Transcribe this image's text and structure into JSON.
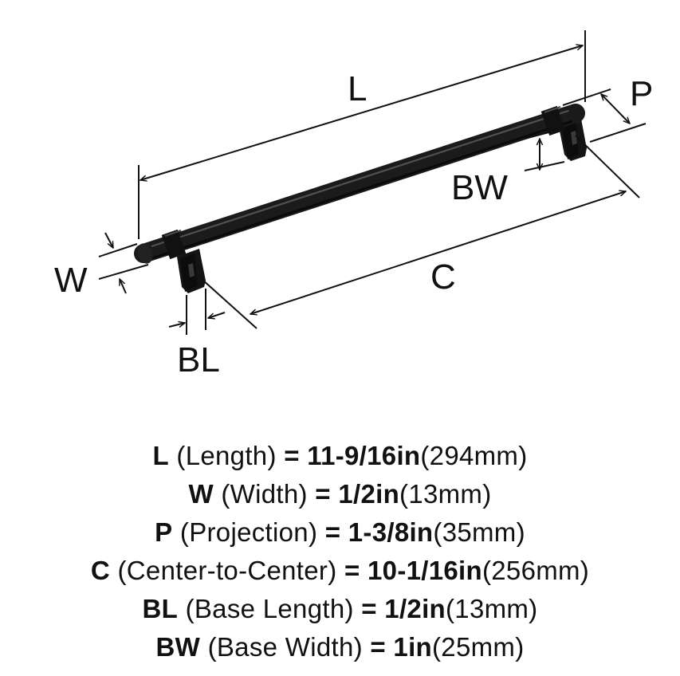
{
  "diagram": {
    "labels": {
      "L": "L",
      "W": "W",
      "P": "P",
      "C": "C",
      "BL": "BL",
      "BW": "BW"
    }
  },
  "specs": [
    {
      "key": "L",
      "desc": "(Length)",
      "eq": "=",
      "value": "11-9/16in",
      "metric": "(294mm)"
    },
    {
      "key": "W",
      "desc": "(Width)",
      "eq": "=",
      "value": "1/2in",
      "metric": "(13mm)"
    },
    {
      "key": "P",
      "desc": "(Projection)",
      "eq": "=",
      "value": "1-3/8in",
      "metric": "(35mm)"
    },
    {
      "key": "C",
      "desc": "(Center-to-Center)",
      "eq": "=",
      "value": "10-1/16in",
      "metric": "(256mm)"
    },
    {
      "key": "BL",
      "desc": "(Base Length)",
      "eq": "=",
      "value": "1/2in",
      "metric": "(13mm)"
    },
    {
      "key": "BW",
      "desc": "(Base Width)",
      "eq": "=",
      "value": "1in",
      "metric": "(25mm)"
    }
  ],
  "colors": {
    "ink": "#111111",
    "handle": "#1a1a1a",
    "highlight": "#555555",
    "background": "#ffffff"
  }
}
